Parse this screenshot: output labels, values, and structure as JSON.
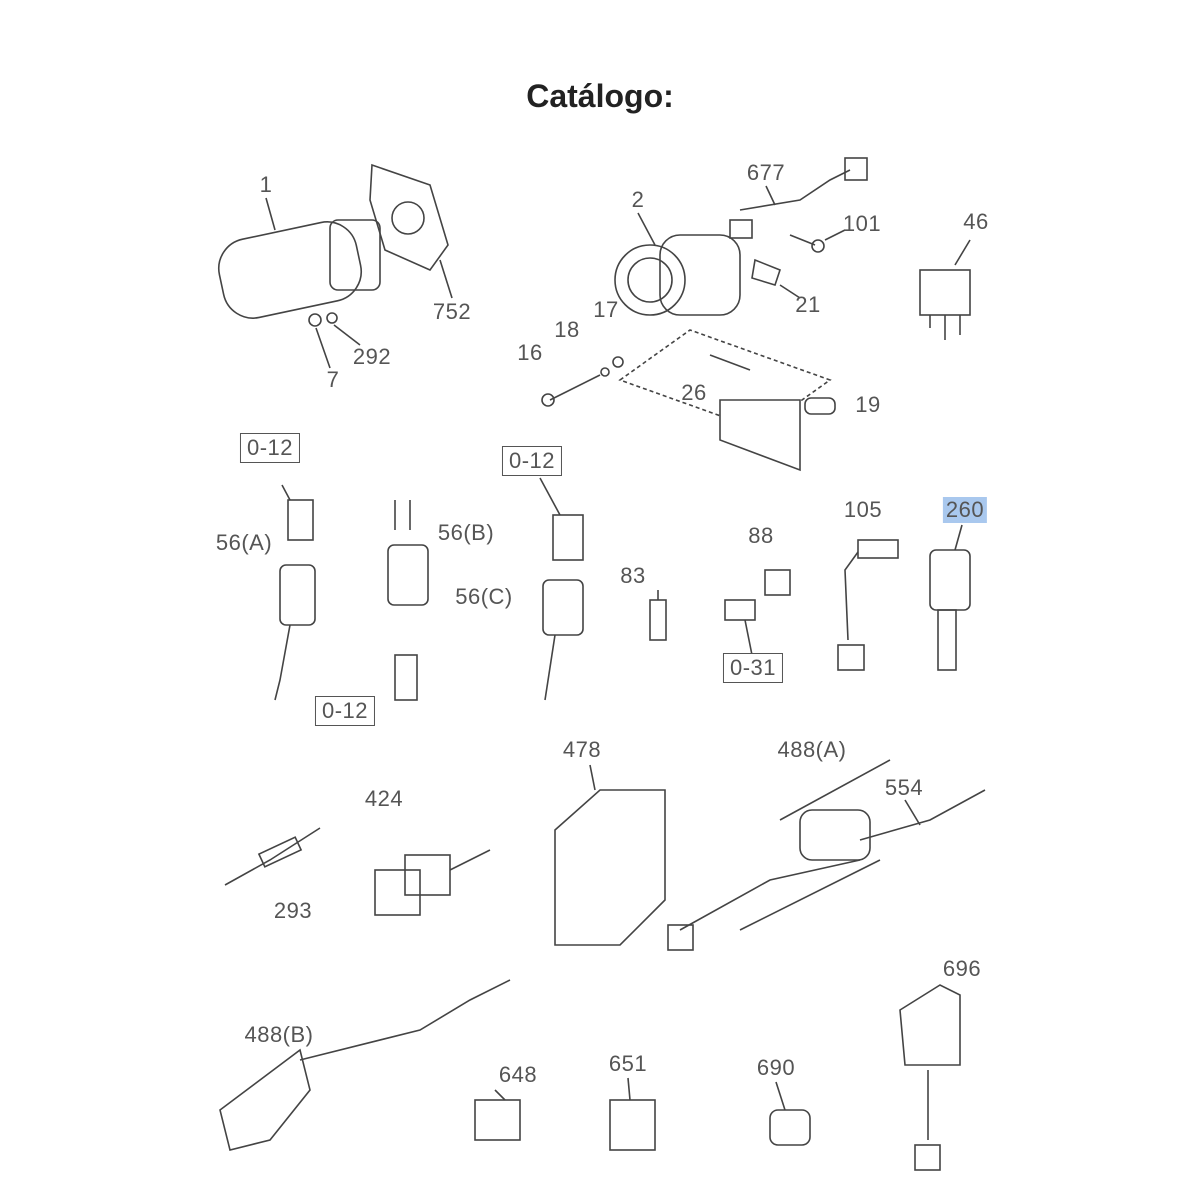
{
  "title": "Catálogo:",
  "highlight_color": "#a9c8ee",
  "labels": {
    "p1": "1",
    "p752": "752",
    "p7": "7",
    "p292": "292",
    "p2": "2",
    "p677": "677",
    "p101": "101",
    "p46": "46",
    "p21": "21",
    "p18": "18",
    "p17": "17",
    "p16": "16",
    "p26": "26",
    "p19": "19",
    "ref012a": "0-12",
    "p56a": "56(A)",
    "p56b": "56(B)",
    "ref012b": "0-12",
    "p56c": "56(C)",
    "p83": "83",
    "p88": "88",
    "ref031": "0-31",
    "p105": "105",
    "p260": "260",
    "ref012c": "0-12",
    "p478": "478",
    "p488a": "488(A)",
    "p554": "554",
    "p424": "424",
    "p293": "293",
    "p696": "696",
    "p488b": "488(B)",
    "p648": "648",
    "p651": "651",
    "p690": "690"
  }
}
